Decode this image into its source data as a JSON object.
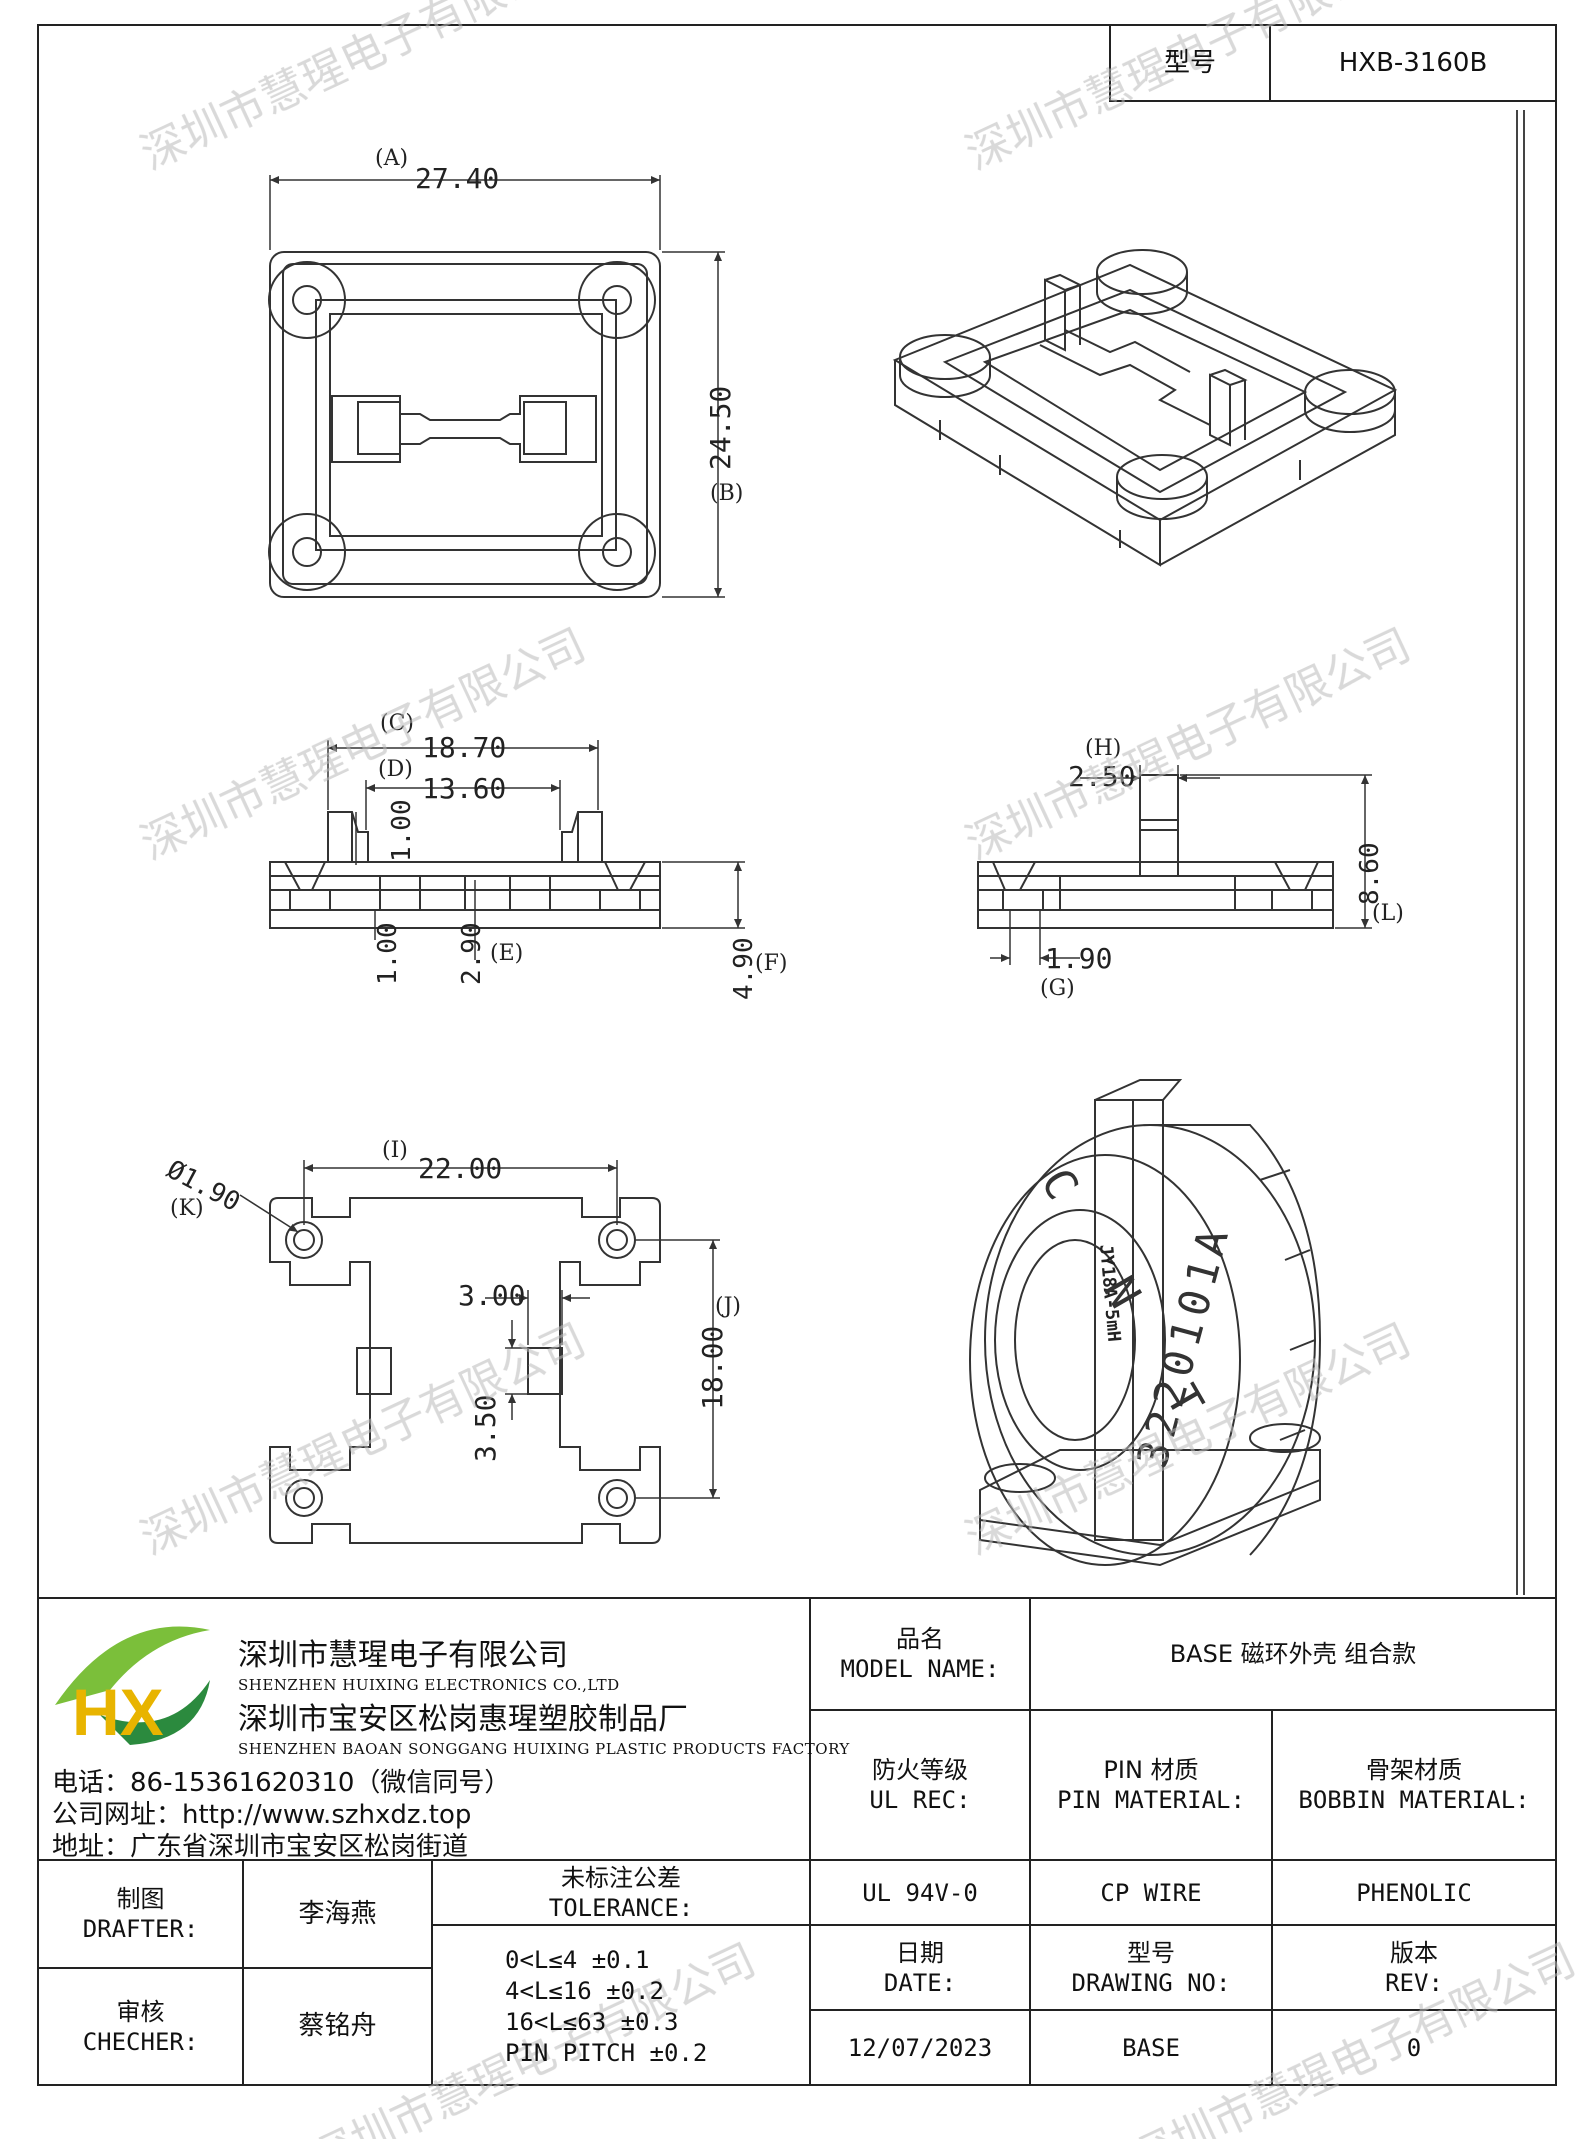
{
  "header": {
    "label": "型号",
    "model": "HXB-3160B"
  },
  "watermark": "深圳市慧瑆电子有限公司",
  "dims": {
    "A": "(A)",
    "A_val": "27.40",
    "B": "(B)",
    "B_val": "24.50",
    "C": "(C)",
    "C_val": "18.70",
    "D": "(D)",
    "D_val": "13.60",
    "side_small": "1.00",
    "E": "(E)",
    "E_val": "2.90",
    "E_left": "1.00",
    "F": "(F)",
    "F_val": "4.90",
    "H": "(H)",
    "H_val": "2.50",
    "L": "(L)",
    "L_val": "8.60",
    "G": "(G)",
    "G_val": "1.90",
    "I": "(I)",
    "I_val": "22.00",
    "K": "(K)",
    "K_val": "Ø1.90",
    "J": "(J)",
    "J_val": "18.00",
    "slot_w": "3.00",
    "slot_h": "3.50"
  },
  "core_marks": {
    "ring_text": "C N T",
    "digits": "3220101A",
    "sleeve": "JY18A-5mH"
  },
  "company": {
    "name_cn": "深圳市慧瑆电子有限公司",
    "name_en": "SHENZHEN HUIXING ELECTRONICS CO.,LTD",
    "factory_cn": "深圳市宝安区松岗惠瑆塑胶制品厂",
    "factory_en": "SHENZHEN BAOAN SONGGANG HUIXING PLASTIC PRODUCTS FACTORY",
    "phone": "电话：86-15361620310（微信同号）",
    "site": "公司网址：http://www.szhxdz.top",
    "addr": "地址：广东省深圳市宝安区松岗街道",
    "logo_letters": "HX"
  },
  "title_block": {
    "model_name_cn": "品名",
    "model_name_en": "MODEL NAME:",
    "model_name_val": "BASE 磁环外壳 组合款",
    "ul_cn": "防火等级",
    "ul_en": "UL REC:",
    "pin_cn": "PIN 材质",
    "pin_en": "PIN MATERIAL:",
    "bobbin_cn": "骨架材质",
    "bobbin_en": "BOBBIN MATERIAL:",
    "ul_val": "UL 94V-0",
    "pin_val": "CP WIRE",
    "bobbin_val": "PHENOLIC",
    "drafter_cn": "制图",
    "drafter_en": "DRAFTER:",
    "drafter_val": "李海燕",
    "checker_cn": "审核",
    "checker_en": "CHECHER:",
    "checker_val": "蔡铭舟",
    "tol_cn": "未标注公差",
    "tol_en": "TOLERANCE:",
    "tol_lines": [
      "0<L≤4  ±0.1",
      "4<L≤16 ±0.2",
      "16<L≤63 ±0.3",
      "PIN PITCH ±0.2"
    ],
    "date_cn": "日期",
    "date_en": "DATE:",
    "dwg_cn": "型号",
    "dwg_en": "DRAWING NO:",
    "rev_cn": "版本",
    "rev_en": "REV:",
    "date_val": "12/07/2023",
    "dwg_val": "BASE",
    "rev_val": "0"
  }
}
